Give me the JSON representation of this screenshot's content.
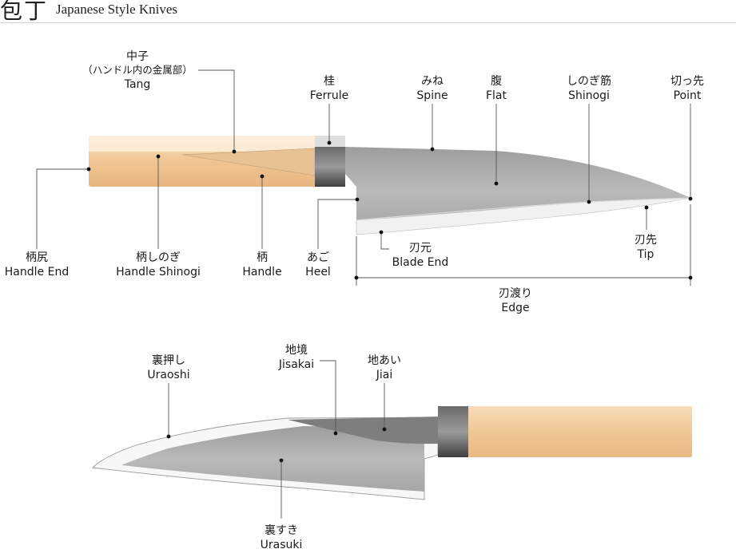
{
  "header": {
    "kanji": "包丁",
    "english": "Japanese Style Knives"
  },
  "colors": {
    "wood": "#efc79a",
    "wood_light": "#fbe6cc",
    "steel": "#b3b3b3",
    "steel_dark": "#8c8c8c",
    "ferrule": "#595959",
    "edge": "#ececec"
  },
  "labels": {
    "tang": {
      "jp": "中子",
      "jp_note": "（ハンドル内の金属部）",
      "en": "Tang"
    },
    "ferrule": {
      "jp": "桂",
      "en": "Ferrule"
    },
    "spine": {
      "jp": "みね",
      "en": "Spine"
    },
    "flat": {
      "jp": "腹",
      "en": "Flat"
    },
    "shinogi": {
      "jp": "しのぎ筋",
      "en": "Shinogi"
    },
    "point": {
      "jp": "切っ先",
      "en": "Point"
    },
    "handle_end": {
      "jp": "柄尻",
      "en": "Handle End"
    },
    "handle_shinogi": {
      "jp": "柄しのぎ",
      "en": "Handle Shinogi"
    },
    "handle": {
      "jp": "柄",
      "en": "Handle"
    },
    "heel": {
      "jp": "あご",
      "en": "Heel"
    },
    "blade_end": {
      "jp": "刃元",
      "en": "Blade End"
    },
    "tip": {
      "jp": "刃先",
      "en": "Tip"
    },
    "edge": {
      "jp": "刃渡り",
      "en": "Edge"
    },
    "uraoshi": {
      "jp": "裏押し",
      "en": "Uraoshi"
    },
    "jisakai": {
      "jp": "地境",
      "en": "Jisakai"
    },
    "jiai": {
      "jp": "地あい",
      "en": "Jiai"
    },
    "urasuki": {
      "jp": "裏すき",
      "en": "Urasuki"
    }
  }
}
